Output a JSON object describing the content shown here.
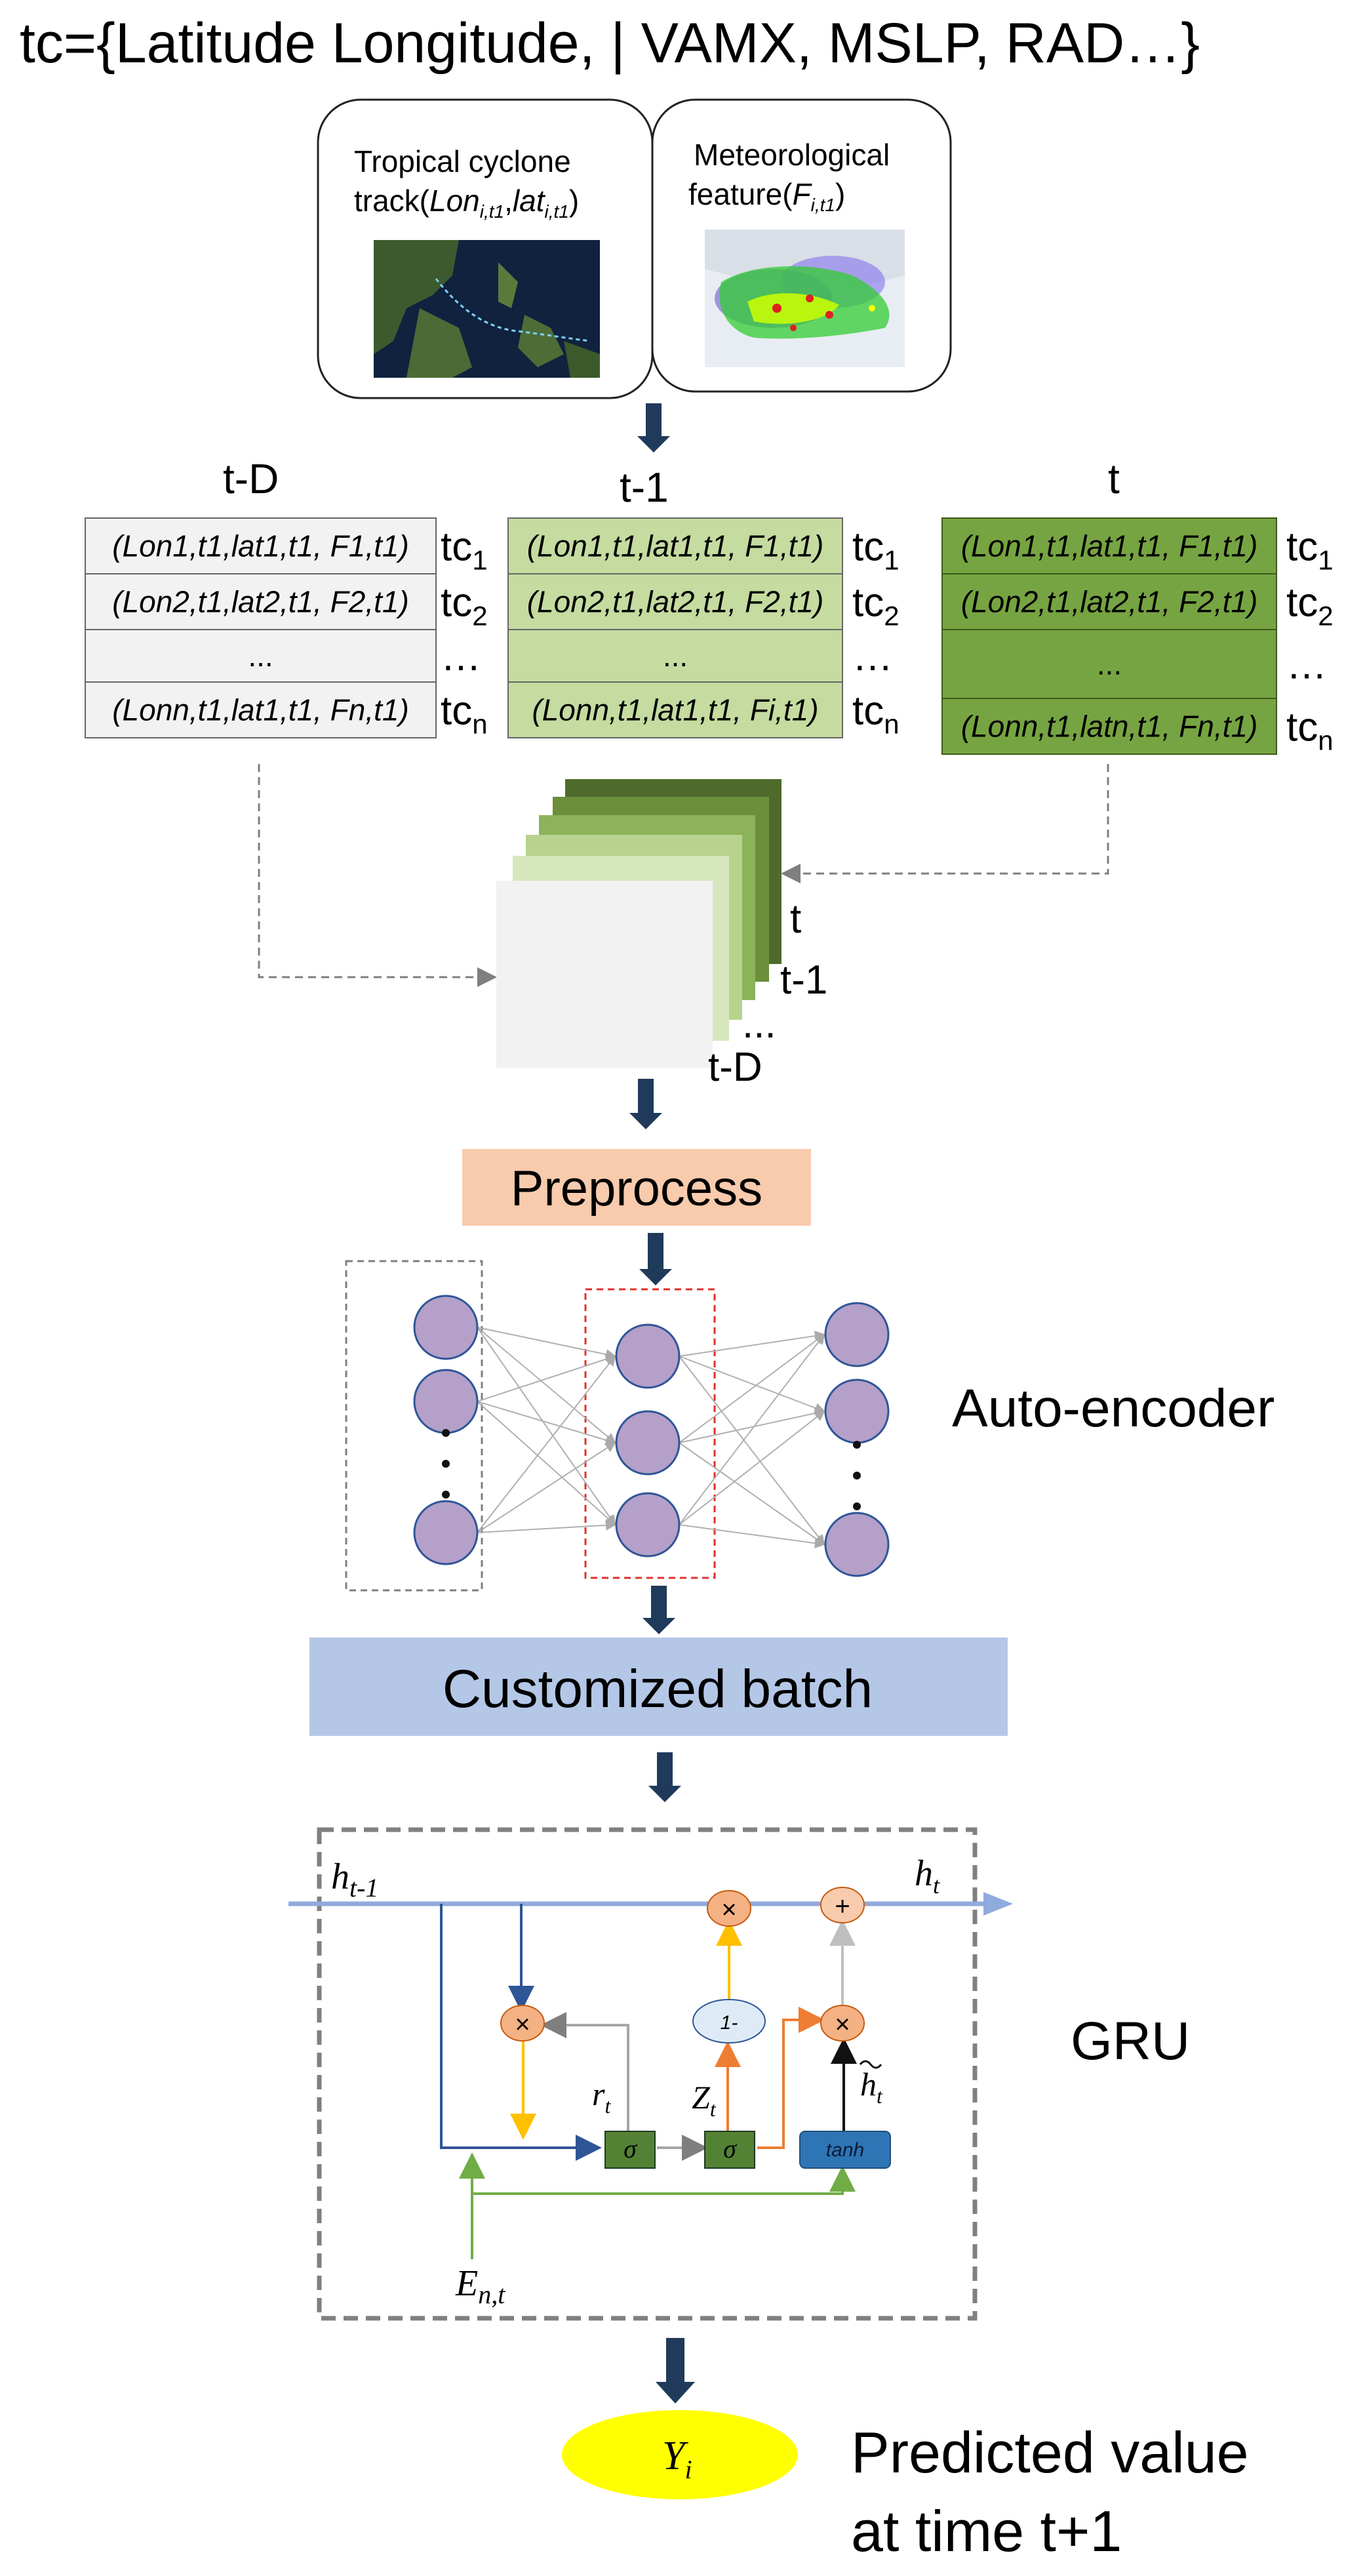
{
  "header": {
    "formula": "tc={Latitude Longitude, | VAMX, MSLP, RAD…}"
  },
  "inputs": {
    "track": {
      "line1": "Tropical cyclone",
      "line2_pre": "track(",
      "lon": "Lon",
      "lon_sub": "i,t1",
      "lat": "lat",
      "lat_sub": "i,t1",
      "close": ")"
    },
    "feature": {
      "line1": "Meteorological",
      "line2_pre": "feature(",
      "f": "F",
      "f_sub": "i,t1",
      "close": ")"
    }
  },
  "columns": {
    "tD": {
      "header": "t-D",
      "rows": [
        "(Lon1,t1,lat1,t1, F1,t1)",
        "(Lon2,t1,lat2,t1, F2,t1)",
        "...",
        "(Lonn,t1,lat1,t1, Fn,t1)"
      ],
      "color": "#f2f2f2"
    },
    "t1": {
      "header": "t-1",
      "rows": [
        "(Lon1,t1,lat1,t1, F1,t1)",
        "(Lon2,t1,lat2,t1, F2,t1)",
        "...",
        "(Lonn,t1,lat1,t1, Fi,t1)"
      ],
      "color": "#c5dba0"
    },
    "t": {
      "header": "t",
      "rows": [
        "(Lon1,t1,lat1,t1, F1,t1)",
        "(Lon2,t1,lat2,t1, F2,t1)",
        "...",
        "(Lonn,t1,latn,t1, Fn,t1)"
      ],
      "color": "#77a442"
    }
  },
  "tc_labels": {
    "tc": "tc",
    "sub1": "1",
    "sub2": "2",
    "subn": "n",
    "dots": "…"
  },
  "stack": {
    "t": "t",
    "t1": "t-1",
    "dots": "...",
    "tD": "t-D"
  },
  "steps": {
    "preprocess": "Preprocess",
    "autoencoder": "Auto-encoder",
    "batch": "Customized batch",
    "gru": "GRU",
    "output_line1": "Predicted value",
    "output_line2": "at time t+1"
  },
  "gru": {
    "h_prev": "h",
    "h_prev_sub": "t-1",
    "h_t": "h",
    "h_t_sub": "t",
    "times": "×",
    "plus": "+",
    "one_minus": "1-",
    "sigma": "σ",
    "tanh": "tanh",
    "r": "r",
    "r_sub": "t",
    "z": "Z",
    "z_sub": "t",
    "htilde": "h",
    "htilde_sub": "t",
    "input": "E",
    "input_sub": "n,t"
  },
  "output": {
    "y": "Y",
    "y_sub": "i"
  },
  "colors": {
    "arrow": "#1f3a5a",
    "preprocess_bg": "#f8cbad",
    "batch_bg": "#b4c7e7",
    "node": "#b4a0c8",
    "op": "#f4b183",
    "sigma_box": "#548235",
    "tanh_box": "#2e75b6",
    "output": "#ffff00"
  }
}
